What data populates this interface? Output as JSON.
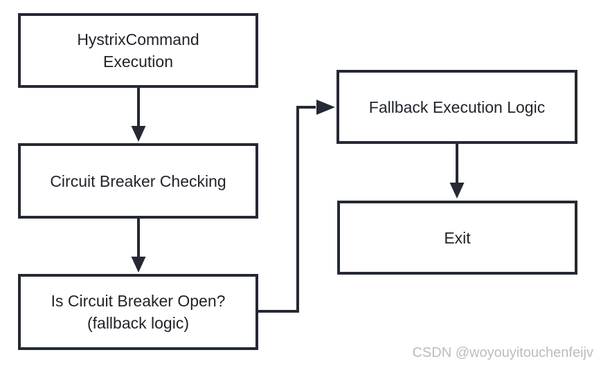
{
  "nodes": {
    "hystrix_command_execution": {
      "label": "HystrixCommand\nExecution"
    },
    "circuit_breaker_checking": {
      "label": "Circuit Breaker Checking"
    },
    "is_circuit_breaker_open": {
      "label": "Is Circuit Breaker Open?\n(fallback logic)"
    },
    "fallback_execution_logic": {
      "label": "Fallback Execution Logic"
    },
    "exit": {
      "label": "Exit"
    }
  },
  "edges": [
    {
      "from": "hystrix_command_execution",
      "to": "circuit_breaker_checking",
      "type": "straight-arrow-down"
    },
    {
      "from": "circuit_breaker_checking",
      "to": "is_circuit_breaker_open",
      "type": "straight-arrow-down"
    },
    {
      "from": "is_circuit_breaker_open",
      "to": "fallback_execution_logic",
      "type": "elbow-arrow-right-up-right"
    },
    {
      "from": "fallback_execution_logic",
      "to": "exit",
      "type": "straight-arrow-down"
    }
  ],
  "watermark": {
    "text": "CSDN @woyouyitouchenfeijv"
  },
  "colors": {
    "line": "#242933",
    "text": "#1f2329",
    "watermark": "#bcbcbc",
    "background": "#ffffff"
  }
}
